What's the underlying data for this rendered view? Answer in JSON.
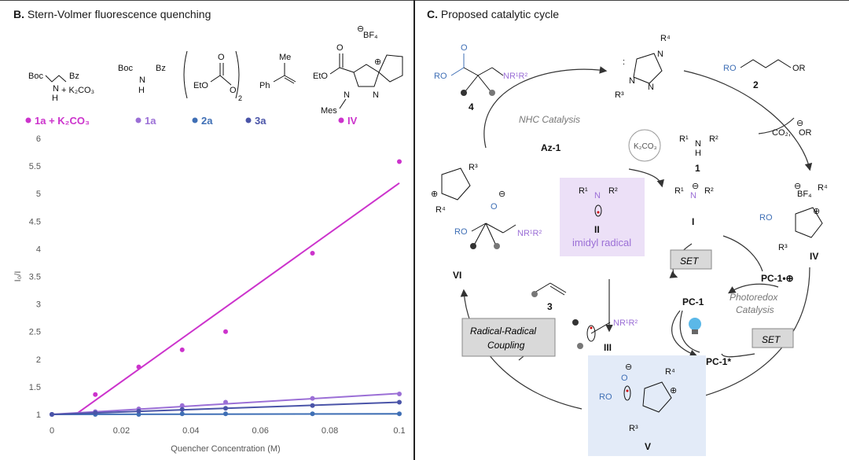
{
  "left_panel": {
    "letter": "B.",
    "title": "Stern-Volmer fluorescence quenching",
    "structures": {
      "s1": {
        "boc": "Boc",
        "bz": "Bz",
        "n": "N",
        "h": "H",
        "plus": "+ K₂CO₃"
      },
      "s2": {
        "boc": "Boc",
        "bz": "Bz",
        "n": "N",
        "h": "H"
      },
      "s3": {
        "eto": "EtO",
        "o": "O",
        "sub": "2"
      },
      "s4": {
        "ph": "Ph",
        "me": "Me"
      },
      "s5": {
        "eto": "EtO",
        "o": "O",
        "bf4": "BF₄",
        "minus": "⊖",
        "plus": "⊕",
        "mes": "Mes",
        "n1": "N",
        "n2": "N"
      }
    }
  },
  "chart_data": {
    "type": "scatter",
    "xlabel": "Quencher Concentration (M)",
    "ylabel": "I₀/I",
    "xlim": [
      0,
      0.1
    ],
    "ylim": [
      1,
      6
    ],
    "xticks": [
      "0",
      "0.02",
      "0.04",
      "0.06",
      "0.08",
      "0.1"
    ],
    "yticks": [
      "1",
      "1.5",
      "2",
      "2.5",
      "3",
      "3.5",
      "4",
      "4.5",
      "5",
      "5.5",
      "6"
    ],
    "grid": false,
    "legend_placement": "top",
    "series": [
      {
        "name": "1a + K₂CO₃",
        "color": "#cc33cc",
        "x": [
          0,
          0.0125,
          0.025,
          0.0375,
          0.05,
          0.075,
          0.1
        ],
        "y": [
          1.0,
          1.36,
          1.86,
          2.17,
          2.5,
          3.92,
          5.58
        ],
        "fit": {
          "x": [
            0.0075,
            0.1
          ],
          "y": [
            1.03,
            5.19
          ]
        }
      },
      {
        "name": "1a",
        "color": "#9b6fd6",
        "x": [
          0,
          0.0125,
          0.025,
          0.0375,
          0.05,
          0.075,
          0.1
        ],
        "y": [
          1.0,
          1.05,
          1.1,
          1.16,
          1.22,
          1.29,
          1.37
        ],
        "fit": {
          "x": [
            0,
            0.1
          ],
          "y": [
            1.0,
            1.38
          ]
        }
      },
      {
        "name": "2a",
        "color": "#3f6fb5",
        "x": [
          0,
          0.0125,
          0.025,
          0.0375,
          0.05,
          0.075,
          0.1
        ],
        "y": [
          1.0,
          1.0,
          1.0,
          1.01,
          1.01,
          1.01,
          1.01
        ],
        "fit": {
          "x": [
            0,
            0.1
          ],
          "y": [
            1.0,
            1.01
          ]
        }
      },
      {
        "name": "3a",
        "color": "#4a54a8",
        "x": [
          0,
          0.0125,
          0.025,
          0.0375,
          0.05,
          0.075,
          0.1
        ],
        "y": [
          1.0,
          1.03,
          1.06,
          1.09,
          1.11,
          1.16,
          1.22
        ],
        "fit": {
          "x": [
            0,
            0.1
          ],
          "y": [
            1.0,
            1.22
          ]
        }
      },
      {
        "name": "IV",
        "color": "#cc33cc",
        "x": [],
        "y": []
      }
    ]
  },
  "right_panel": {
    "letter": "C.",
    "title": "Proposed catalytic cycle",
    "nodes": {
      "az1": "Az-1",
      "k2co3": "K₂CO₃",
      "c1": "1",
      "c2": "2",
      "c3": "3",
      "c4": "4",
      "i": "I",
      "ii": "II",
      "iii": "III",
      "iv": "IV",
      "v": "V",
      "vi": "VI",
      "pc1": "PC-1",
      "pc1_star": "PC-1*",
      "pc1_rad": "PC-1•⊕",
      "co2": "CO₂,",
      "or": "OR",
      "or_minus": "⊖"
    },
    "labels": {
      "nhc": "NHC Catalysis",
      "photoredox": "Photoredox",
      "catalysis": "Catalysis",
      "imidyl": "imidyl radical",
      "set1": "SET",
      "set2": "SET",
      "rrc1": "Radical-Radical",
      "rrc2": "Coupling"
    },
    "fragments": {
      "ro": "RO",
      "nr1r2": "NR¹R²",
      "r1": "R¹",
      "r2": "R²",
      "r3": "R³",
      "r4": "R⁴",
      "n": "N",
      "h": "H",
      "o": "O",
      "bf4": "BF₄",
      "minus": "⊖",
      "plus": "⊕"
    }
  }
}
